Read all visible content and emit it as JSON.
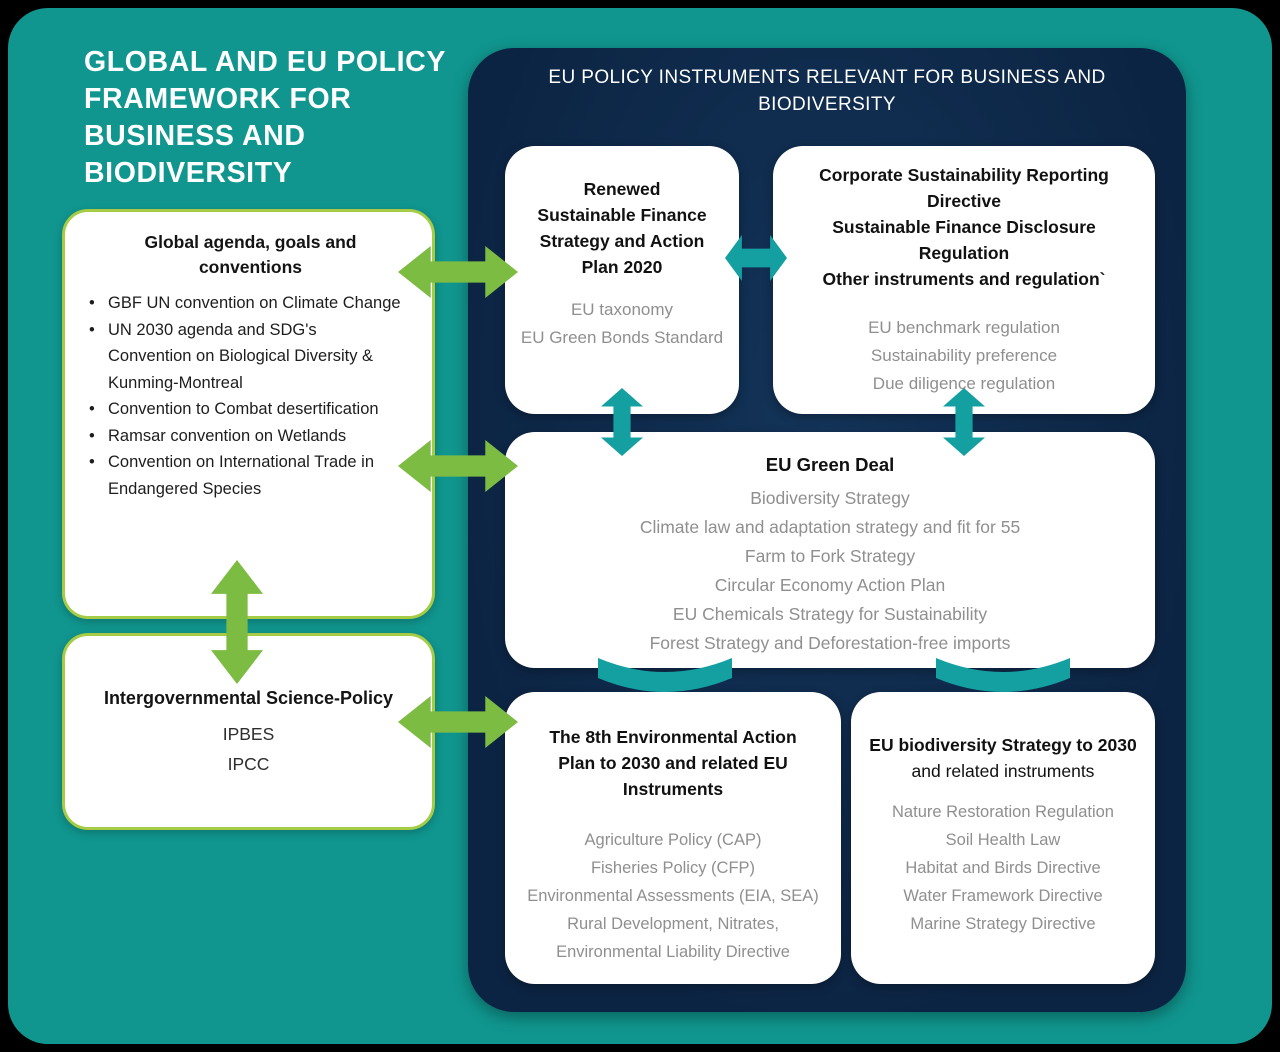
{
  "header": {
    "title_lines": [
      "GLOBAL AND EU POLICY",
      "FRAMEWORK FOR",
      "BUSINESS AND",
      "BIODIVERSITY"
    ]
  },
  "left": {
    "global_agenda": {
      "title_lines": [
        "Global agenda, goals and",
        "conventions"
      ],
      "bullets": [
        "GBF UN convention on Climate Change",
        "UN 2030 agenda and SDG's\nConvention on Biological Diversity &\nKunming-Montreal",
        "Convention to Combat desertification",
        "Ramsar convention on Wetlands",
        "Convention on International Trade in\nEndangered Species"
      ]
    },
    "science_policy": {
      "title": "Intergovernmental Science-Policy",
      "items": [
        "IPBES",
        "IPCC"
      ]
    }
  },
  "panel": {
    "title_lines": [
      "EU POLICY INSTRUMENTS RELEVANT FOR BUSINESS AND",
      "BIODIVERSITY"
    ],
    "finance": {
      "title_lines": [
        "Renewed",
        "Sustainable Finance",
        "Strategy and Action",
        "Plan 2020"
      ],
      "items": [
        "EU taxonomy",
        "EU Green Bonds Standard"
      ]
    },
    "csrd": {
      "title_lines": [
        "Corporate Sustainability Reporting",
        "Directive",
        "Sustainable Finance Disclosure",
        "Regulation",
        "Other instruments and regulation`"
      ],
      "items": [
        "EU benchmark regulation",
        "Sustainability preference",
        "Due diligence regulation"
      ]
    },
    "green_deal": {
      "title": "EU Green Deal",
      "items": [
        "Biodiversity Strategy",
        "Climate law and adaptation strategy and fit for 55",
        "Farm to Fork Strategy",
        "Circular Economy Action Plan",
        "EU Chemicals Strategy for Sustainability",
        "Forest Strategy and Deforestation-free imports"
      ]
    },
    "eap": {
      "title_lines": [
        "The 8th Environmental Action",
        "Plan to 2030 and related EU",
        "Instruments"
      ],
      "items": [
        "Agriculture Policy (CAP)",
        "Fisheries Policy (CFP)",
        "Environmental Assessments (EIA, SEA)",
        "Rural Development, Nitrates,",
        "Environmental Liability Directive"
      ]
    },
    "biodiversity": {
      "title_bold": "EU biodiversity Strategy to 2030",
      "title_rest": " and related instruments",
      "items": [
        "Nature Restoration Regulation",
        "Soil Health Law",
        "Habitat and Birds Directive",
        "Water Framework Directive",
        "Marine Strategy Directive"
      ]
    }
  },
  "colors": {
    "teal_background": "#10968F",
    "navy_panel": "#0C2443",
    "green_arrow": "#7DBC42",
    "teal_arrow": "#14A0A1",
    "box_border_green": "#A6CB45",
    "gray_text": "#8F8F8F"
  }
}
